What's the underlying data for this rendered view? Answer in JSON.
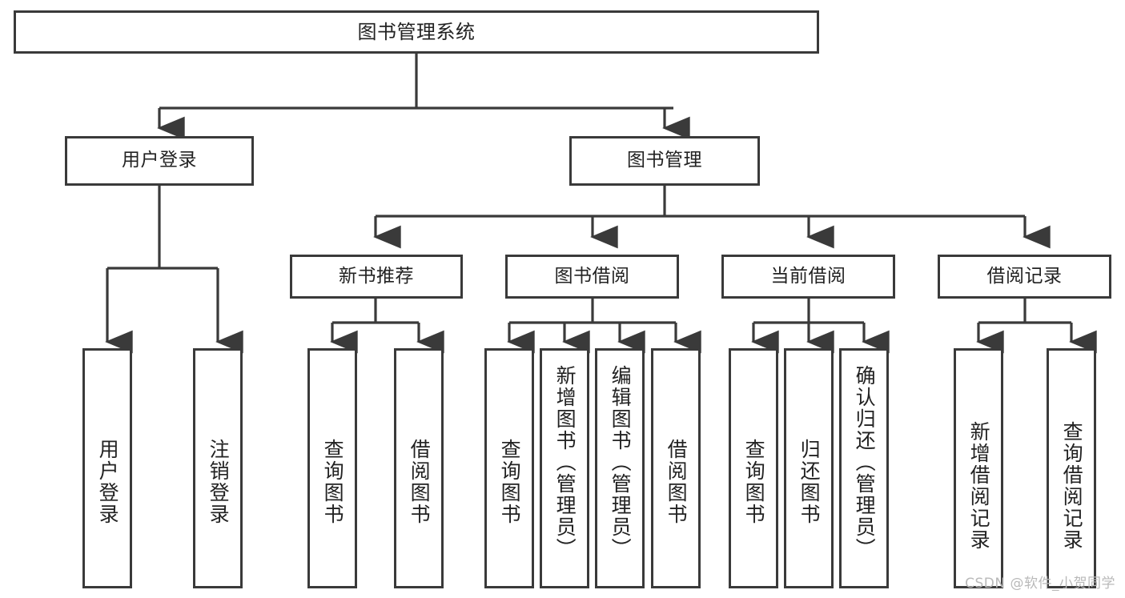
{
  "diagram": {
    "title": "图书管理系统",
    "type": "tree",
    "root": {
      "label": "图书管理系统"
    },
    "level2": [
      {
        "label": "用户登录"
      },
      {
        "label": "图书管理"
      }
    ],
    "level3": [
      {
        "label": "新书推荐"
      },
      {
        "label": "图书借阅"
      },
      {
        "label": "当前借阅"
      },
      {
        "label": "借阅记录"
      }
    ],
    "leaves": {
      "user_login": [
        {
          "label": "用户登录"
        },
        {
          "label": "注销登录"
        }
      ],
      "new_book_recommend": [
        {
          "label": "查询图书"
        },
        {
          "label": "借阅图书"
        }
      ],
      "book_borrow": [
        {
          "label": "查询图书"
        },
        {
          "label": "新增图书（管理员）"
        },
        {
          "label": "编辑图书（管理员）"
        },
        {
          "label": "借阅图书"
        }
      ],
      "current_borrow": [
        {
          "label": "查询图书"
        },
        {
          "label": "归还图书"
        },
        {
          "label": "确认归还（管理员）"
        }
      ],
      "borrow_records": [
        {
          "label": "新增借阅记录"
        },
        {
          "label": "查询借阅记录"
        }
      ]
    }
  },
  "watermark": {
    "text": "CSDN @软件_小贺同学"
  },
  "colors": {
    "stroke": "#3a3a3a",
    "background": "#ffffff",
    "text": "#222222",
    "watermark": "#b9b9b9"
  }
}
